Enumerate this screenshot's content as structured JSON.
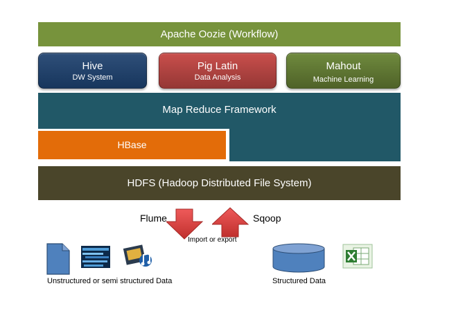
{
  "layers": {
    "oozie": "Apache Oozie (Workflow)",
    "hive": {
      "name": "Hive",
      "sub": "DW System"
    },
    "pig": {
      "name": "Pig Latin",
      "sub": "Data Analysis"
    },
    "mahout": {
      "name": "Mahout",
      "sub": "Machine Learning"
    },
    "mapreduce": "Map Reduce Framework",
    "hbase": "HBase",
    "hdfs": "HDFS (Hadoop Distributed File System)"
  },
  "arrows": {
    "flume": "Flume",
    "sqoop": "Sqoop",
    "import_export": "Import or export"
  },
  "sources": {
    "unstructured": "Unstructured or semi structured Data",
    "structured": "Structured Data"
  },
  "icons": {
    "document": "document-icon",
    "binary_data": "binary-data-icon",
    "media": "media-icon",
    "database": "database-icon",
    "excel": "excel-icon"
  },
  "colors": {
    "oozie": "#77933c",
    "hive": "#17365d",
    "pig": "#953735",
    "mahout": "#4f6228",
    "mapreduce": "#215867",
    "hbase": "#e36c09",
    "hdfs": "#4a452a",
    "arrow": "#e04040",
    "database": "#4f81bd"
  }
}
